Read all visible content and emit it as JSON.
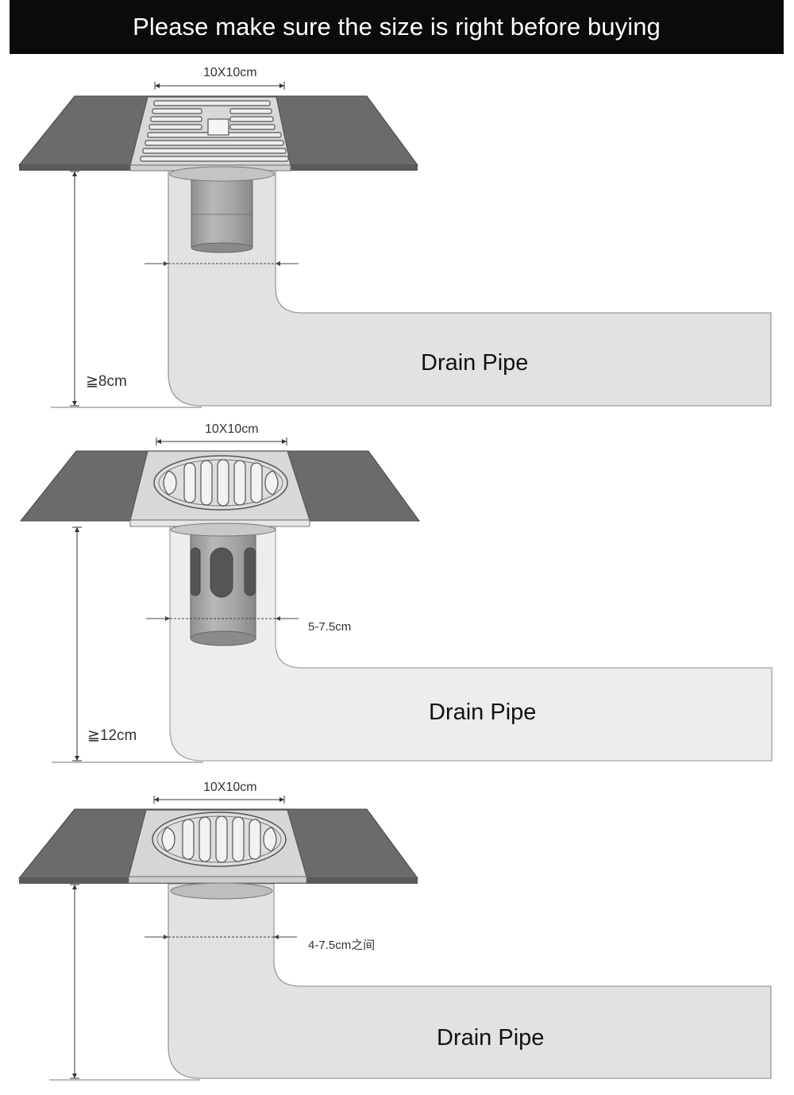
{
  "banner": {
    "text": "Please make sure the size is right before buying"
  },
  "diagrams": [
    {
      "grate_type": "linear-slot-grate",
      "grate_size_label": "10X10cm",
      "height_label": "≧8cm",
      "pipe_dia_label": "",
      "pipe_label": "Drain Pipe"
    },
    {
      "grate_type": "oval-slot-grate",
      "grate_size_label": "10X10cm",
      "height_label": "≧12cm",
      "pipe_dia_label": "5-7.5cm",
      "pipe_label": "Drain Pipe"
    },
    {
      "grate_type": "oval-slot-grate",
      "grate_size_label": "10X10cm",
      "height_label": "",
      "pipe_dia_label": "4-7.5cm之间",
      "pipe_label": "Drain Pipe"
    }
  ],
  "colors": {
    "floor": "#6b6b6b",
    "pipe": "#e2e2e2",
    "pipe_stroke": "#9a9a9a",
    "grate": "#d6d6d6",
    "insert": "#a9a9a9",
    "banner": "#0b0b0b"
  }
}
